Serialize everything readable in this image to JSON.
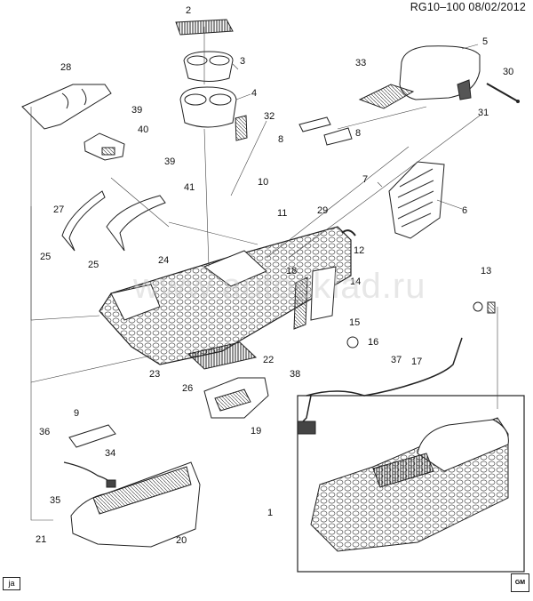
{
  "header": {
    "diagram_code": "RG10–100 08/02/2012"
  },
  "watermark": "www.autosklad.ru",
  "footer": {
    "tag": "ja",
    "brand": "GM"
  },
  "callouts": [
    "1",
    "2",
    "3",
    "4",
    "5",
    "6",
    "7",
    "8",
    "8",
    "9",
    "10",
    "11",
    "12",
    "13",
    "14",
    "15",
    "16",
    "17",
    "18",
    "19",
    "20",
    "21",
    "22",
    "23",
    "24",
    "25",
    "25",
    "26",
    "27",
    "28",
    "29",
    "30",
    "31",
    "32",
    "33",
    "34",
    "35",
    "36",
    "37",
    "38",
    "39",
    "39",
    "40",
    "41"
  ]
}
